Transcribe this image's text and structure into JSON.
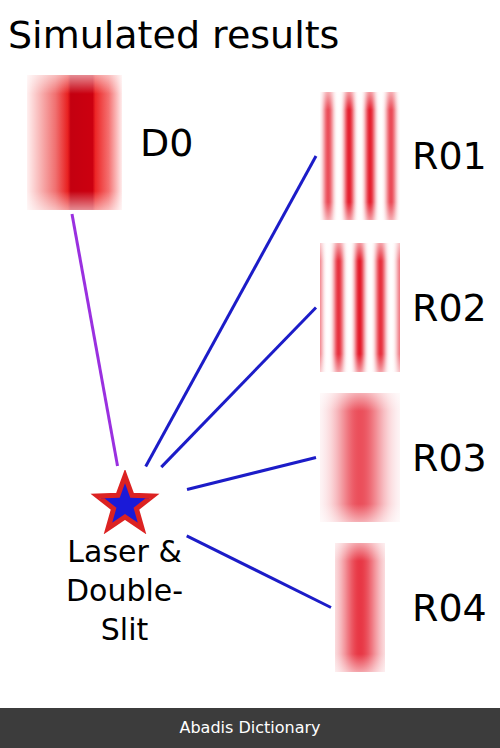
{
  "diagram": {
    "title": "Simulated results",
    "nodes": [
      {
        "text": [
          "D0"
        ]
      },
      {
        "text": [
          "R01"
        ]
      },
      {
        "text": [
          "R02"
        ]
      },
      {
        "text": [
          "R03"
        ]
      },
      {
        "text": [
          "R04"
        ]
      },
      {
        "text": [
          "Laser & Double-Slit"
        ]
      }
    ],
    "edges": [
      {
        "from": 5,
        "to": 0,
        "arrow": "none"
      },
      {
        "from": 5,
        "to": 1,
        "arrow": "none"
      },
      {
        "from": 5,
        "to": 2,
        "arrow": "none"
      },
      {
        "from": 5,
        "to": 3,
        "arrow": "none"
      },
      {
        "from": 5,
        "to": 4,
        "arrow": "none"
      }
    ],
    "labels": [
      "Abadis Dictionary"
    ]
  }
}
